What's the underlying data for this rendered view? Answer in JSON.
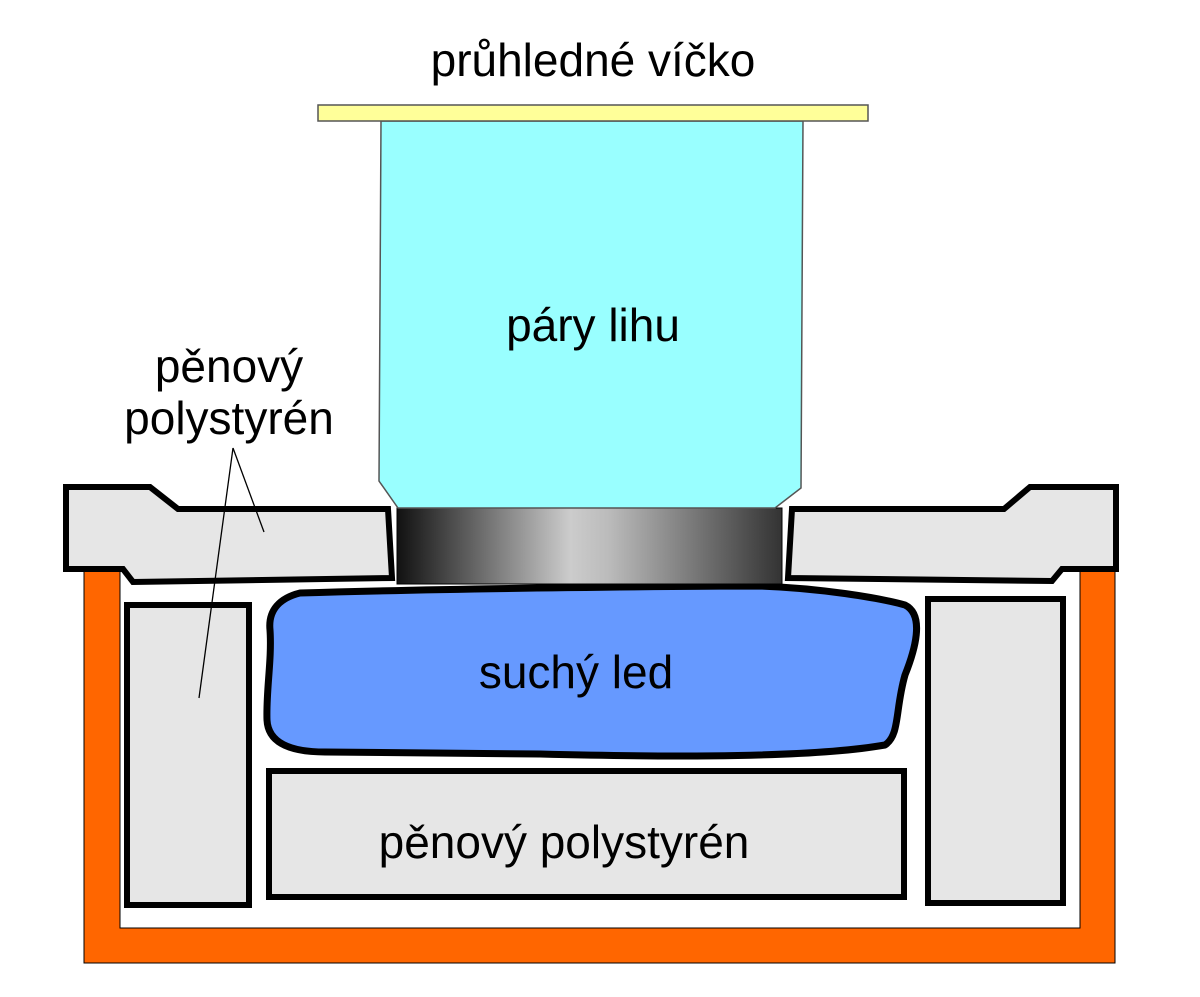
{
  "labels": {
    "lid": "průhledné víčko",
    "vapor": "páry lihu",
    "foam_side": "pěnový\npolystyrén",
    "dry_ice": "suchý led",
    "foam_bottom": "pěnový polystyrén"
  },
  "colors": {
    "lid": "#ffff99",
    "vapor": "#99ffff",
    "foam": "#e6e6e6",
    "dry_ice": "#6699ff",
    "box": "#ff6600",
    "outline": "#000000",
    "metal_dark": "#111111",
    "metal_light": "#cccccc"
  }
}
